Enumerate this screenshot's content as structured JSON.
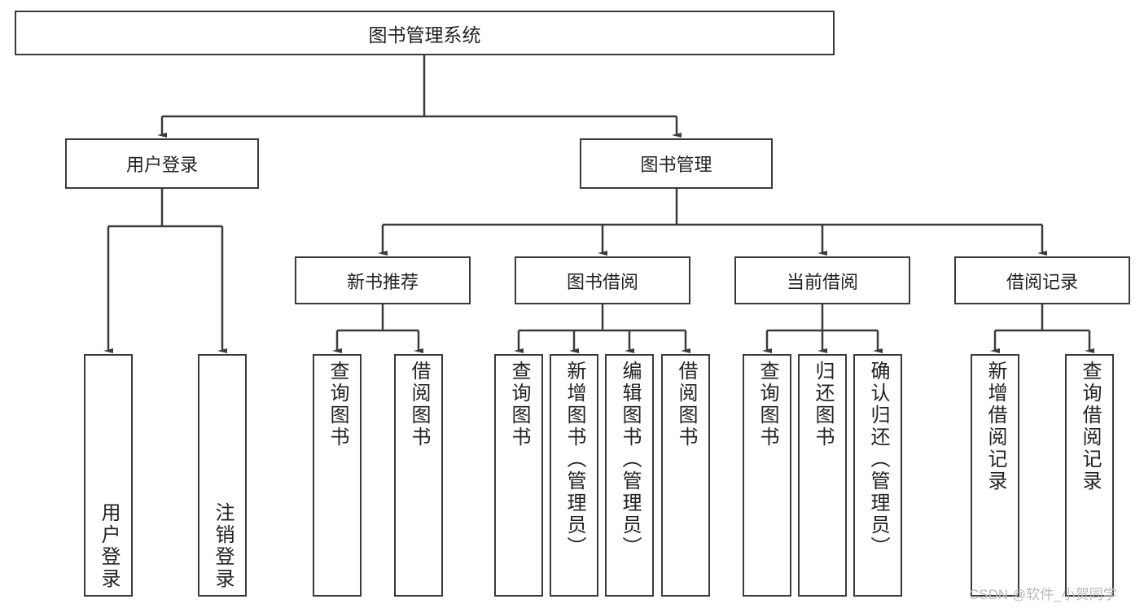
{
  "diagram": {
    "title_root": "图书管理系统",
    "type": "hierarchy-tree",
    "colors": {
      "border": "#3a3a3a",
      "text": "#222222",
      "background": "#ffffff",
      "connector": "#3a3a3a",
      "watermark": "#b9b9b9"
    },
    "levels": {
      "root": {
        "label": "图书管理系统"
      },
      "level1": [
        {
          "label": "用户登录"
        },
        {
          "label": "图书管理"
        }
      ],
      "level2": [
        {
          "label": "新书推荐"
        },
        {
          "label": "图书借阅"
        },
        {
          "label": "当前借阅"
        },
        {
          "label": "借阅记录"
        }
      ],
      "leaves_user_login": [
        {
          "label": "用户登录"
        },
        {
          "label": "注销登录"
        }
      ],
      "leaves_new_book": [
        {
          "label": "查询图书"
        },
        {
          "label": "借阅图书"
        }
      ],
      "leaves_borrow": [
        {
          "label": "查询图书"
        },
        {
          "label": "新增图书（管理员）"
        },
        {
          "label": "编辑图书（管理员）"
        },
        {
          "label": "借阅图书"
        }
      ],
      "leaves_current": [
        {
          "label": "查询图书"
        },
        {
          "label": "归还图书"
        },
        {
          "label": "确认归还（管理员）"
        }
      ],
      "leaves_records": [
        {
          "label": "新增借阅记录"
        },
        {
          "label": "查询借阅记录"
        }
      ]
    }
  },
  "watermark": {
    "text": "CSDN @软件_小贺同学"
  }
}
